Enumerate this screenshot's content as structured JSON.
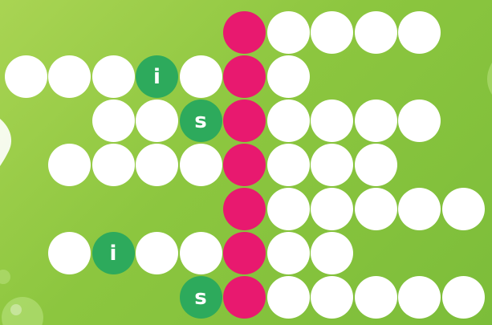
{
  "puzzle": {
    "title": "",
    "key_column_index": 0,
    "colors": {
      "background": "#8cc63f",
      "empty_cell": "#ffffff",
      "key_cell": "#e8196f",
      "given_letter_cell": "#2daa5c",
      "letter_text": "#ffffff"
    },
    "rows": [
      {
        "cells_before_key": 0,
        "cells_after_key": 4,
        "given": []
      },
      {
        "cells_before_key": 5,
        "cells_after_key": 1,
        "given": [
          {
            "offset": -2,
            "letter": "i"
          }
        ]
      },
      {
        "cells_before_key": 3,
        "cells_after_key": 4,
        "given": [
          {
            "offset": -1,
            "letter": "s"
          }
        ]
      },
      {
        "cells_before_key": 4,
        "cells_after_key": 3,
        "given": []
      },
      {
        "cells_before_key": 0,
        "cells_after_key": 5,
        "given": []
      },
      {
        "cells_before_key": 4,
        "cells_after_key": 2,
        "given": [
          {
            "offset": -3,
            "letter": "i"
          }
        ]
      },
      {
        "cells_before_key": 1,
        "cells_after_key": 5,
        "given": [
          {
            "offset": -1,
            "letter": "s"
          }
        ]
      }
    ]
  }
}
